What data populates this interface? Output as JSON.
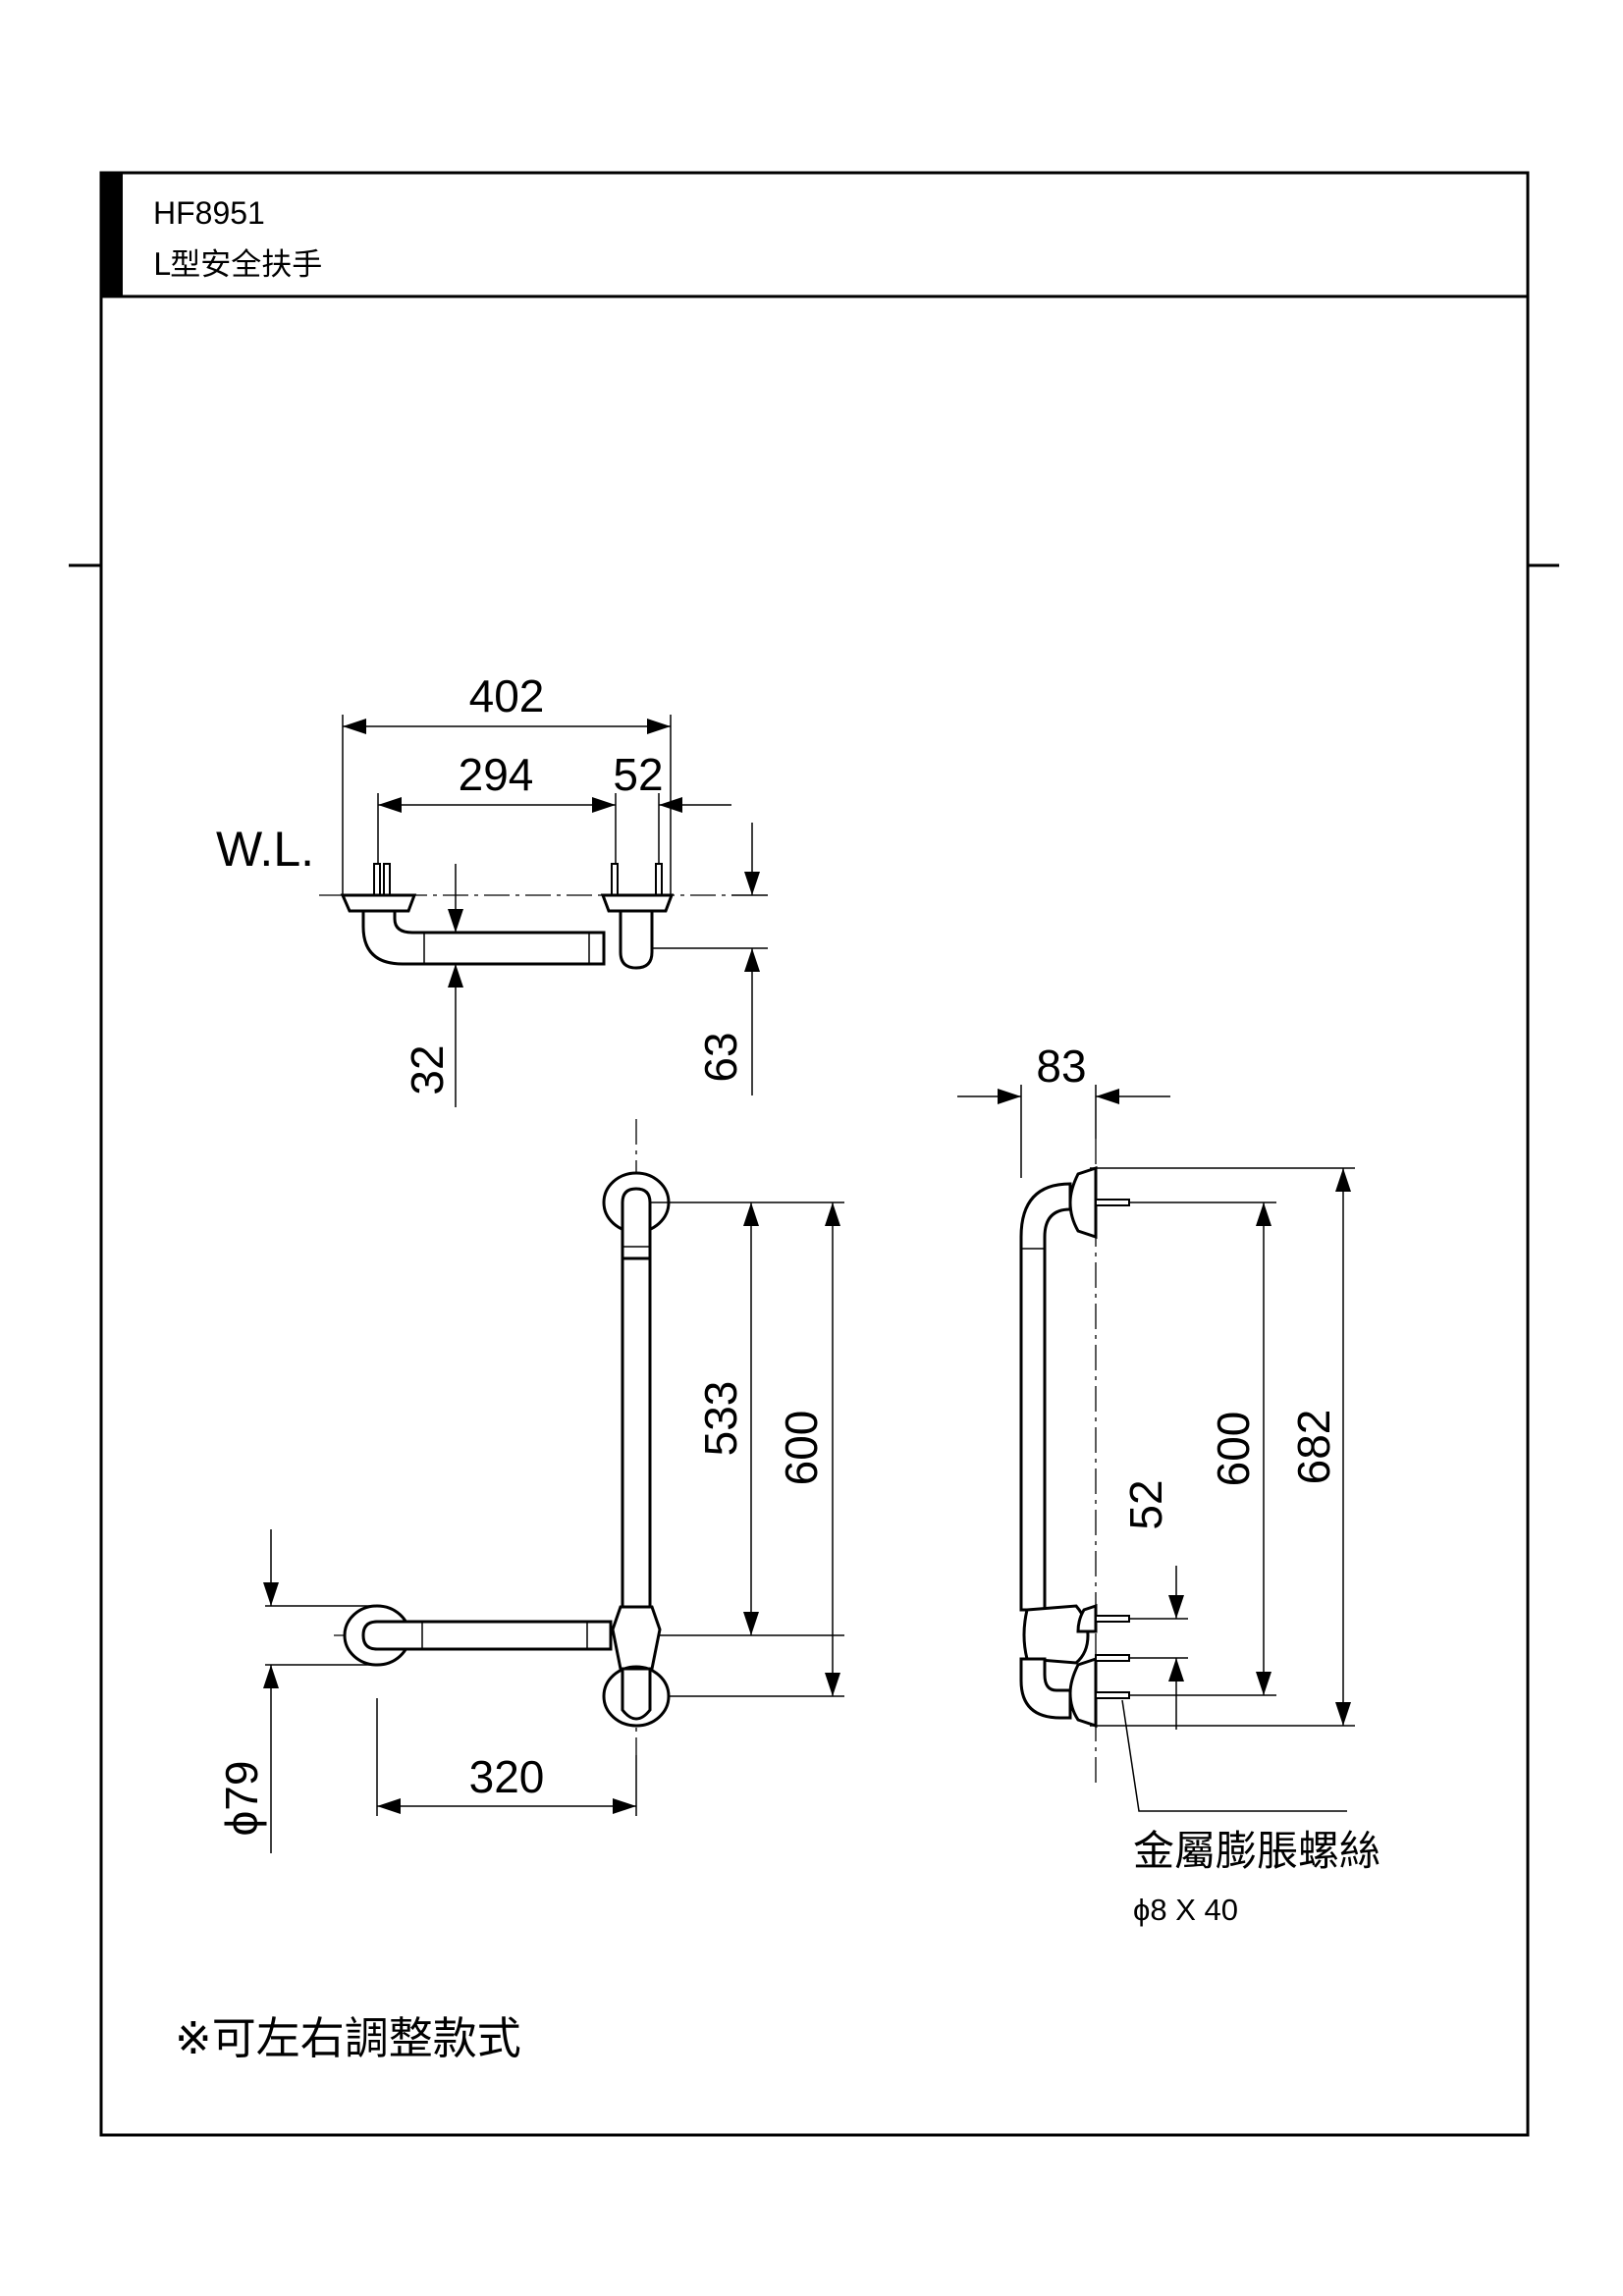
{
  "header": {
    "model": "HF8951",
    "name": "L型安全扶手"
  },
  "dimensions": {
    "top_overall": "402",
    "top_inner": "294",
    "top_side": "52",
    "water_level": "W.L.",
    "top_depth_32": "32",
    "top_depth_63": "63",
    "front_533": "533",
    "front_600": "600",
    "front_320": "320",
    "front_dia": "ϕ79",
    "side_83": "83",
    "side_600": "600",
    "side_682": "682",
    "side_52": "52"
  },
  "annotation": {
    "anchor_title": "金屬膨脹螺絲",
    "anchor_spec": "ϕ8 X 40"
  },
  "note": "※可左右調整款式",
  "colors": {
    "line": "#000000",
    "frame_bar": "#000000",
    "background": "#ffffff"
  }
}
